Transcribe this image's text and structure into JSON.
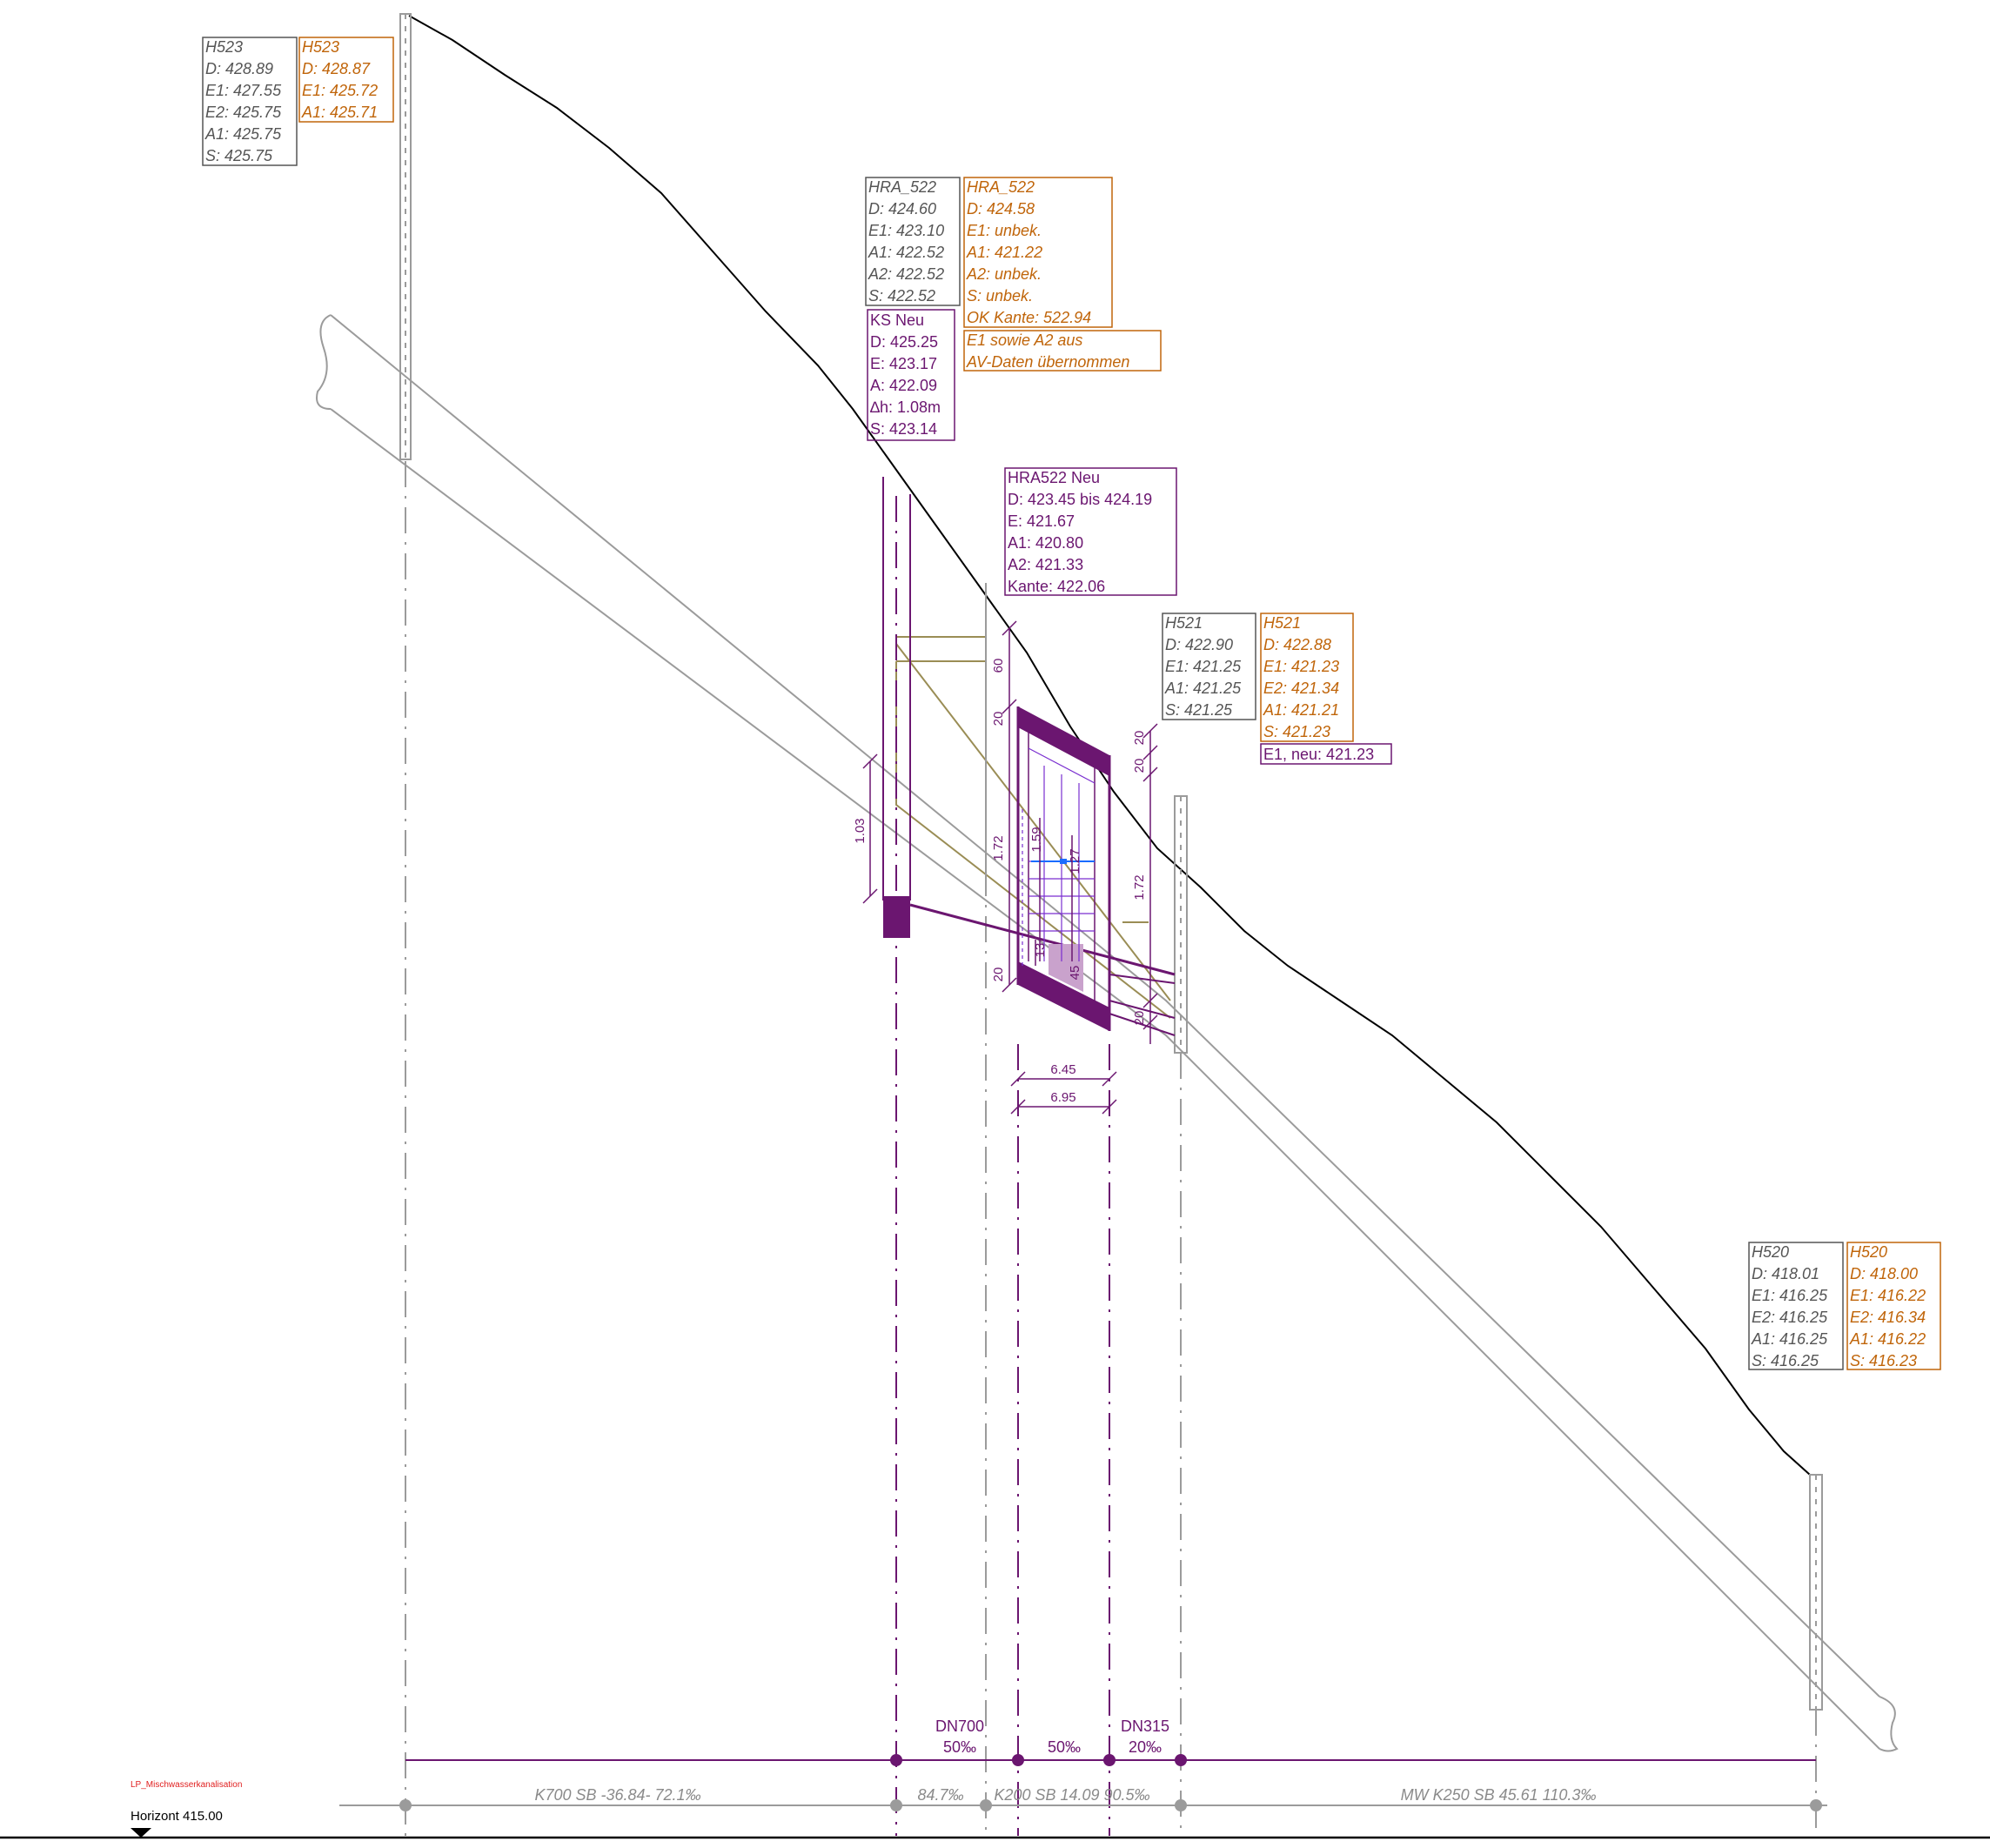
{
  "labels": {
    "h523_old": [
      "H523",
      "D: 428.89",
      "E1: 427.55",
      "E2: 425.75",
      "A1: 425.75",
      "S: 425.75"
    ],
    "h523_new": [
      "H523",
      "D: 428.87",
      "E1: 425.72",
      "A1: 425.71"
    ],
    "hra522_old": [
      "HRA_522",
      "D: 424.60",
      "E1: 423.10",
      "A1: 422.52",
      "A2: 422.52",
      "S: 422.52"
    ],
    "hra522_new": [
      "HRA_522",
      "D: 424.58",
      "E1: unbek.",
      "A1: 421.22",
      "A2: unbek.",
      "S: unbek.",
      "OK Kante: 522.94"
    ],
    "hra522_note": [
      "E1 sowie A2 aus",
      "AV-Daten übernommen"
    ],
    "ks_neu": [
      "KS Neu",
      "D: 425.25",
      "E: 423.17",
      "A: 422.09",
      "∆h: 1.08m",
      "S: 423.14"
    ],
    "hra522_neu": [
      "HRA522 Neu",
      "D: 423.45 bis 424.19",
      "E: 421.67",
      "A1: 420.80",
      "A2: 421.33",
      "Kante: 422.06"
    ],
    "h521_old": [
      "H521",
      "D: 422.90",
      "E1: 421.25",
      "A1: 421.25",
      "S: 421.25"
    ],
    "h521_new": [
      "H521",
      "D: 422.88",
      "E1: 421.23",
      "E2: 421.34",
      "A1: 421.21",
      "S: 421.23"
    ],
    "h521_e1neu": "E1, neu: 421.23",
    "h520_old": [
      "H520",
      "D: 418.01",
      "E1: 416.25",
      "E2: 416.25",
      "A1: 416.25",
      "S: 416.25"
    ],
    "h520_new": [
      "H520",
      "D: 418.00",
      "E1: 416.22",
      "E2: 416.34",
      "A1: 416.22",
      "S: 416.23"
    ]
  },
  "dimensions": {
    "d103": "1.03",
    "d60": "60",
    "d20a": "20",
    "d172a": "1.72",
    "d159": "1.59",
    "d127": "1.27",
    "d13": "13",
    "d45": "45",
    "d20b": "20",
    "d20c": "20",
    "d20d": "20",
    "d172b": "1.72",
    "d20e": "20",
    "d645": "6.45",
    "d695": "6.95"
  },
  "pipes": {
    "dn700": "DN700",
    "slope1": "50‰",
    "slope2": "50‰",
    "dn315": "DN315",
    "slope3": "20‰"
  },
  "segments": {
    "seg1": "K700 SB -36.84- 72.1‰",
    "seg2": "84.7‰",
    "seg3": "K200 SB 14.09 90.5‰",
    "seg4": "MW K250 SB 45.61 110.3‰"
  },
  "footer": {
    "layer": "LP_Mischwasserkanalisation",
    "horizon": "Horizont 415.00"
  },
  "colors": {
    "purple": "#6b1670",
    "orange": "#c0650a",
    "grey": "#555555",
    "olive": "#9a8d55",
    "blue": "#1a6cff"
  }
}
